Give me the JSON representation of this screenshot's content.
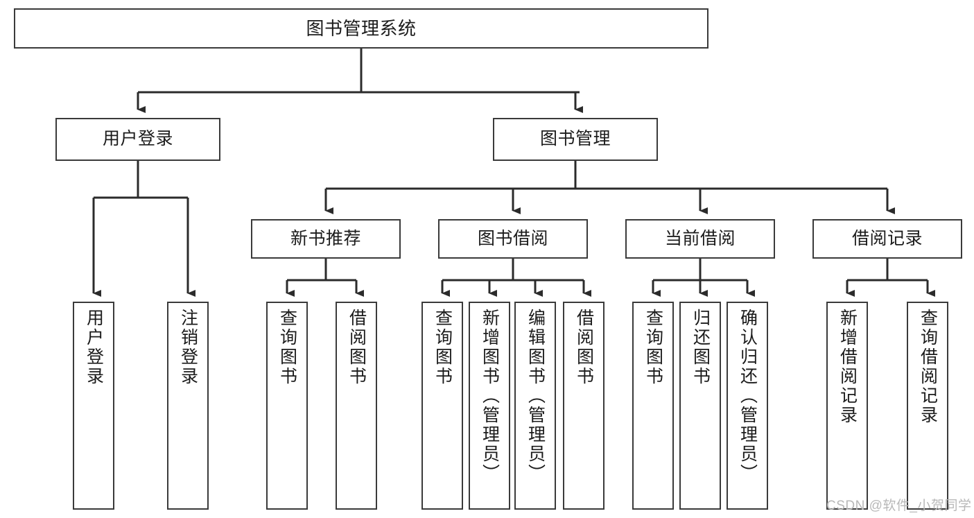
{
  "diagram": {
    "type": "hierarchy-tree",
    "title": "图书管理系统",
    "watermark": "CSDN @软件_小贺同学",
    "colors": {
      "box_border": "#3a3a3a",
      "box_fill": "#ffffff",
      "connector": "#2b2b2b",
      "text": "#1b1b1b",
      "watermark": "#b8b8b8"
    },
    "levels": {
      "level1": [
        "图书管理系统"
      ],
      "level2": [
        "用户登录",
        "图书管理"
      ],
      "level3": [
        "新书推荐",
        "图书借阅",
        "当前借阅",
        "借阅记录"
      ],
      "level4": [
        "用户登录",
        "注销登录",
        "查询图书",
        "借阅图书",
        "查询图书",
        "新增图书（管理员）",
        "编辑图书（管理员）",
        "借阅图书",
        "查询图书",
        "归还图书",
        "确认归还（管理员）",
        "新增借阅记录",
        "查询借阅记录"
      ]
    },
    "nodes": {
      "root": {
        "label": "图书管理系统"
      },
      "user_login": {
        "label": "用户登录"
      },
      "book_manage": {
        "label": "图书管理"
      },
      "new_book_rec": {
        "label": "新书推荐"
      },
      "book_borrow": {
        "label": "图书借阅"
      },
      "current_borrow": {
        "label": "当前借阅"
      },
      "borrow_record": {
        "label": "借阅记录"
      },
      "leaf_user_login": {
        "label": "用户登录"
      },
      "leaf_logout": {
        "label": "注销登录"
      },
      "leaf_query_book_a": {
        "label": "查询图书"
      },
      "leaf_borrow_book_a": {
        "label": "借阅图书"
      },
      "leaf_query_book_b": {
        "label": "查询图书"
      },
      "leaf_add_book": {
        "label": "新增图书（管理员）"
      },
      "leaf_edit_book": {
        "label": "编辑图书（管理员）"
      },
      "leaf_borrow_book_b": {
        "label": "借阅图书"
      },
      "leaf_query_book_c": {
        "label": "查询图书"
      },
      "leaf_return_book": {
        "label": "归还图书"
      },
      "leaf_confirm_return": {
        "label": "确认归还（管理员）"
      },
      "leaf_add_record": {
        "label": "新增借阅记录"
      },
      "leaf_query_record": {
        "label": "查询借阅记录"
      }
    },
    "edges": [
      {
        "from": "图书管理系统",
        "to": "用户登录"
      },
      {
        "from": "图书管理系统",
        "to": "图书管理"
      },
      {
        "from": "用户登录",
        "to": "用户登录"
      },
      {
        "from": "用户登录",
        "to": "注销登录"
      },
      {
        "from": "图书管理",
        "to": "新书推荐"
      },
      {
        "from": "图书管理",
        "to": "图书借阅"
      },
      {
        "from": "图书管理",
        "to": "当前借阅"
      },
      {
        "from": "图书管理",
        "to": "借阅记录"
      },
      {
        "from": "新书推荐",
        "to": "查询图书"
      },
      {
        "from": "新书推荐",
        "to": "借阅图书"
      },
      {
        "from": "图书借阅",
        "to": "查询图书"
      },
      {
        "from": "图书借阅",
        "to": "新增图书（管理员）"
      },
      {
        "from": "图书借阅",
        "to": "编辑图书（管理员）"
      },
      {
        "from": "图书借阅",
        "to": "借阅图书"
      },
      {
        "from": "当前借阅",
        "to": "查询图书"
      },
      {
        "from": "当前借阅",
        "to": "归还图书"
      },
      {
        "from": "当前借阅",
        "to": "确认归还（管理员）"
      },
      {
        "from": "借阅记录",
        "to": "新增借阅记录"
      },
      {
        "from": "借阅记录",
        "to": "查询借阅记录"
      }
    ]
  }
}
